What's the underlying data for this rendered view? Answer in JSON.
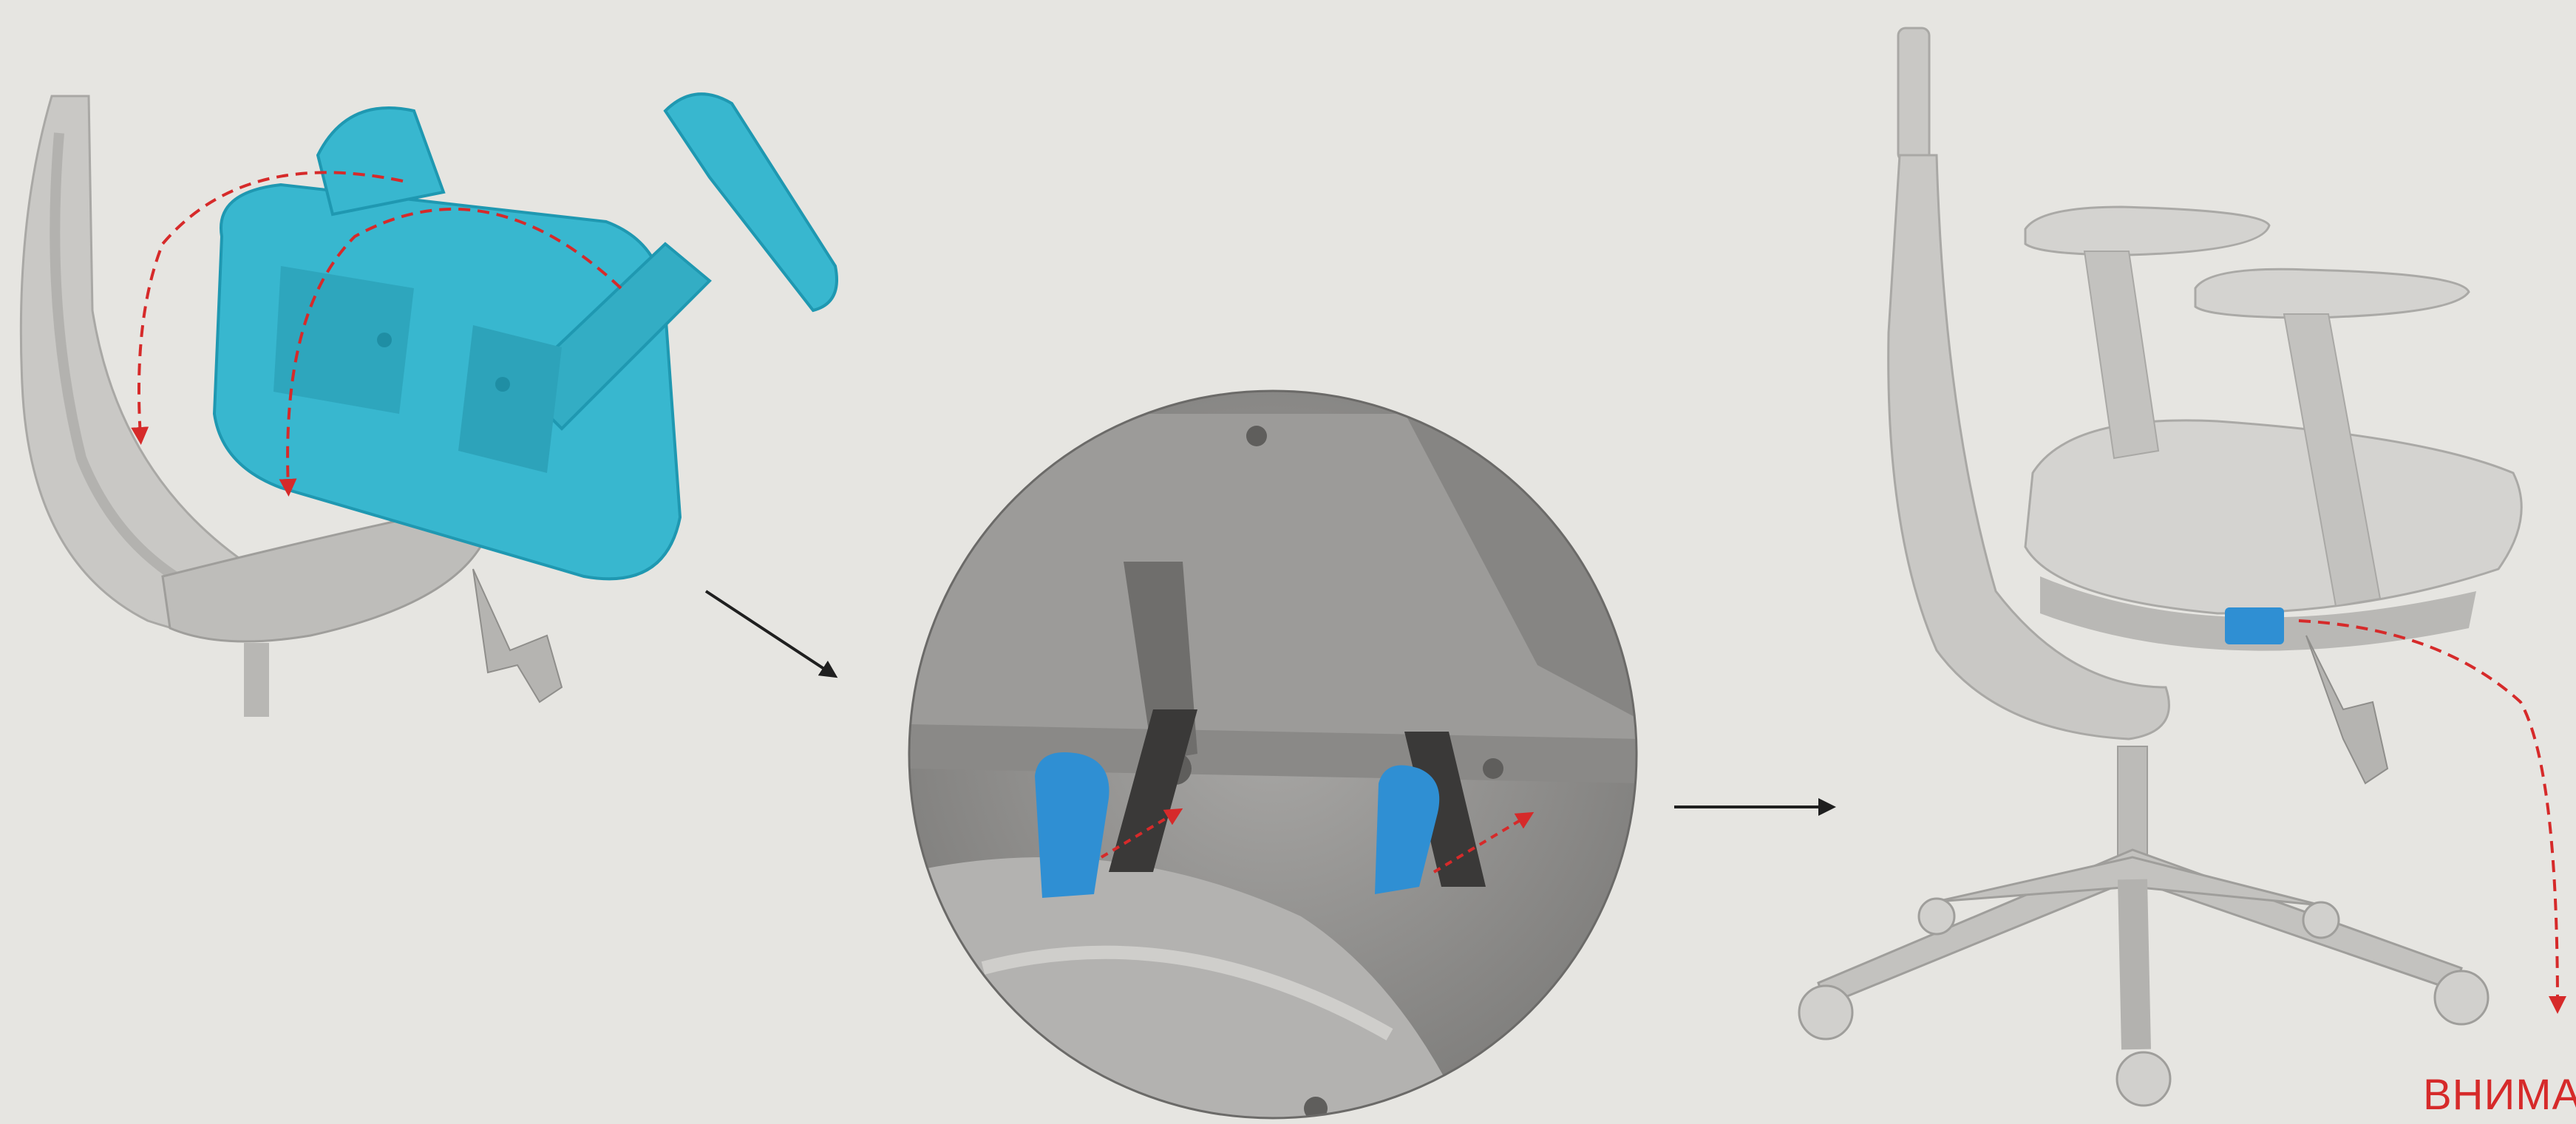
{
  "steps": [
    {
      "id": "step-1",
      "description_icon": "seat-attach-rotate"
    },
    {
      "id": "step-2",
      "description_icon": "latch-detail-zoom"
    },
    {
      "id": "step-3",
      "description_icon": "assembled-chair-release"
    }
  ],
  "colors": {
    "background": "#e6e5e1",
    "part_highlight": "#38b7cf",
    "latch_highlight": "#2f8fd3",
    "motion_arrow": "#d62a2a",
    "step_arrow": "#1f1f1f",
    "chair_body": "#c9c8c5"
  },
  "icons": [
    "arrow-right-icon",
    "dashed-arrow-icon"
  ],
  "warning_text": "ВНИМА"
}
